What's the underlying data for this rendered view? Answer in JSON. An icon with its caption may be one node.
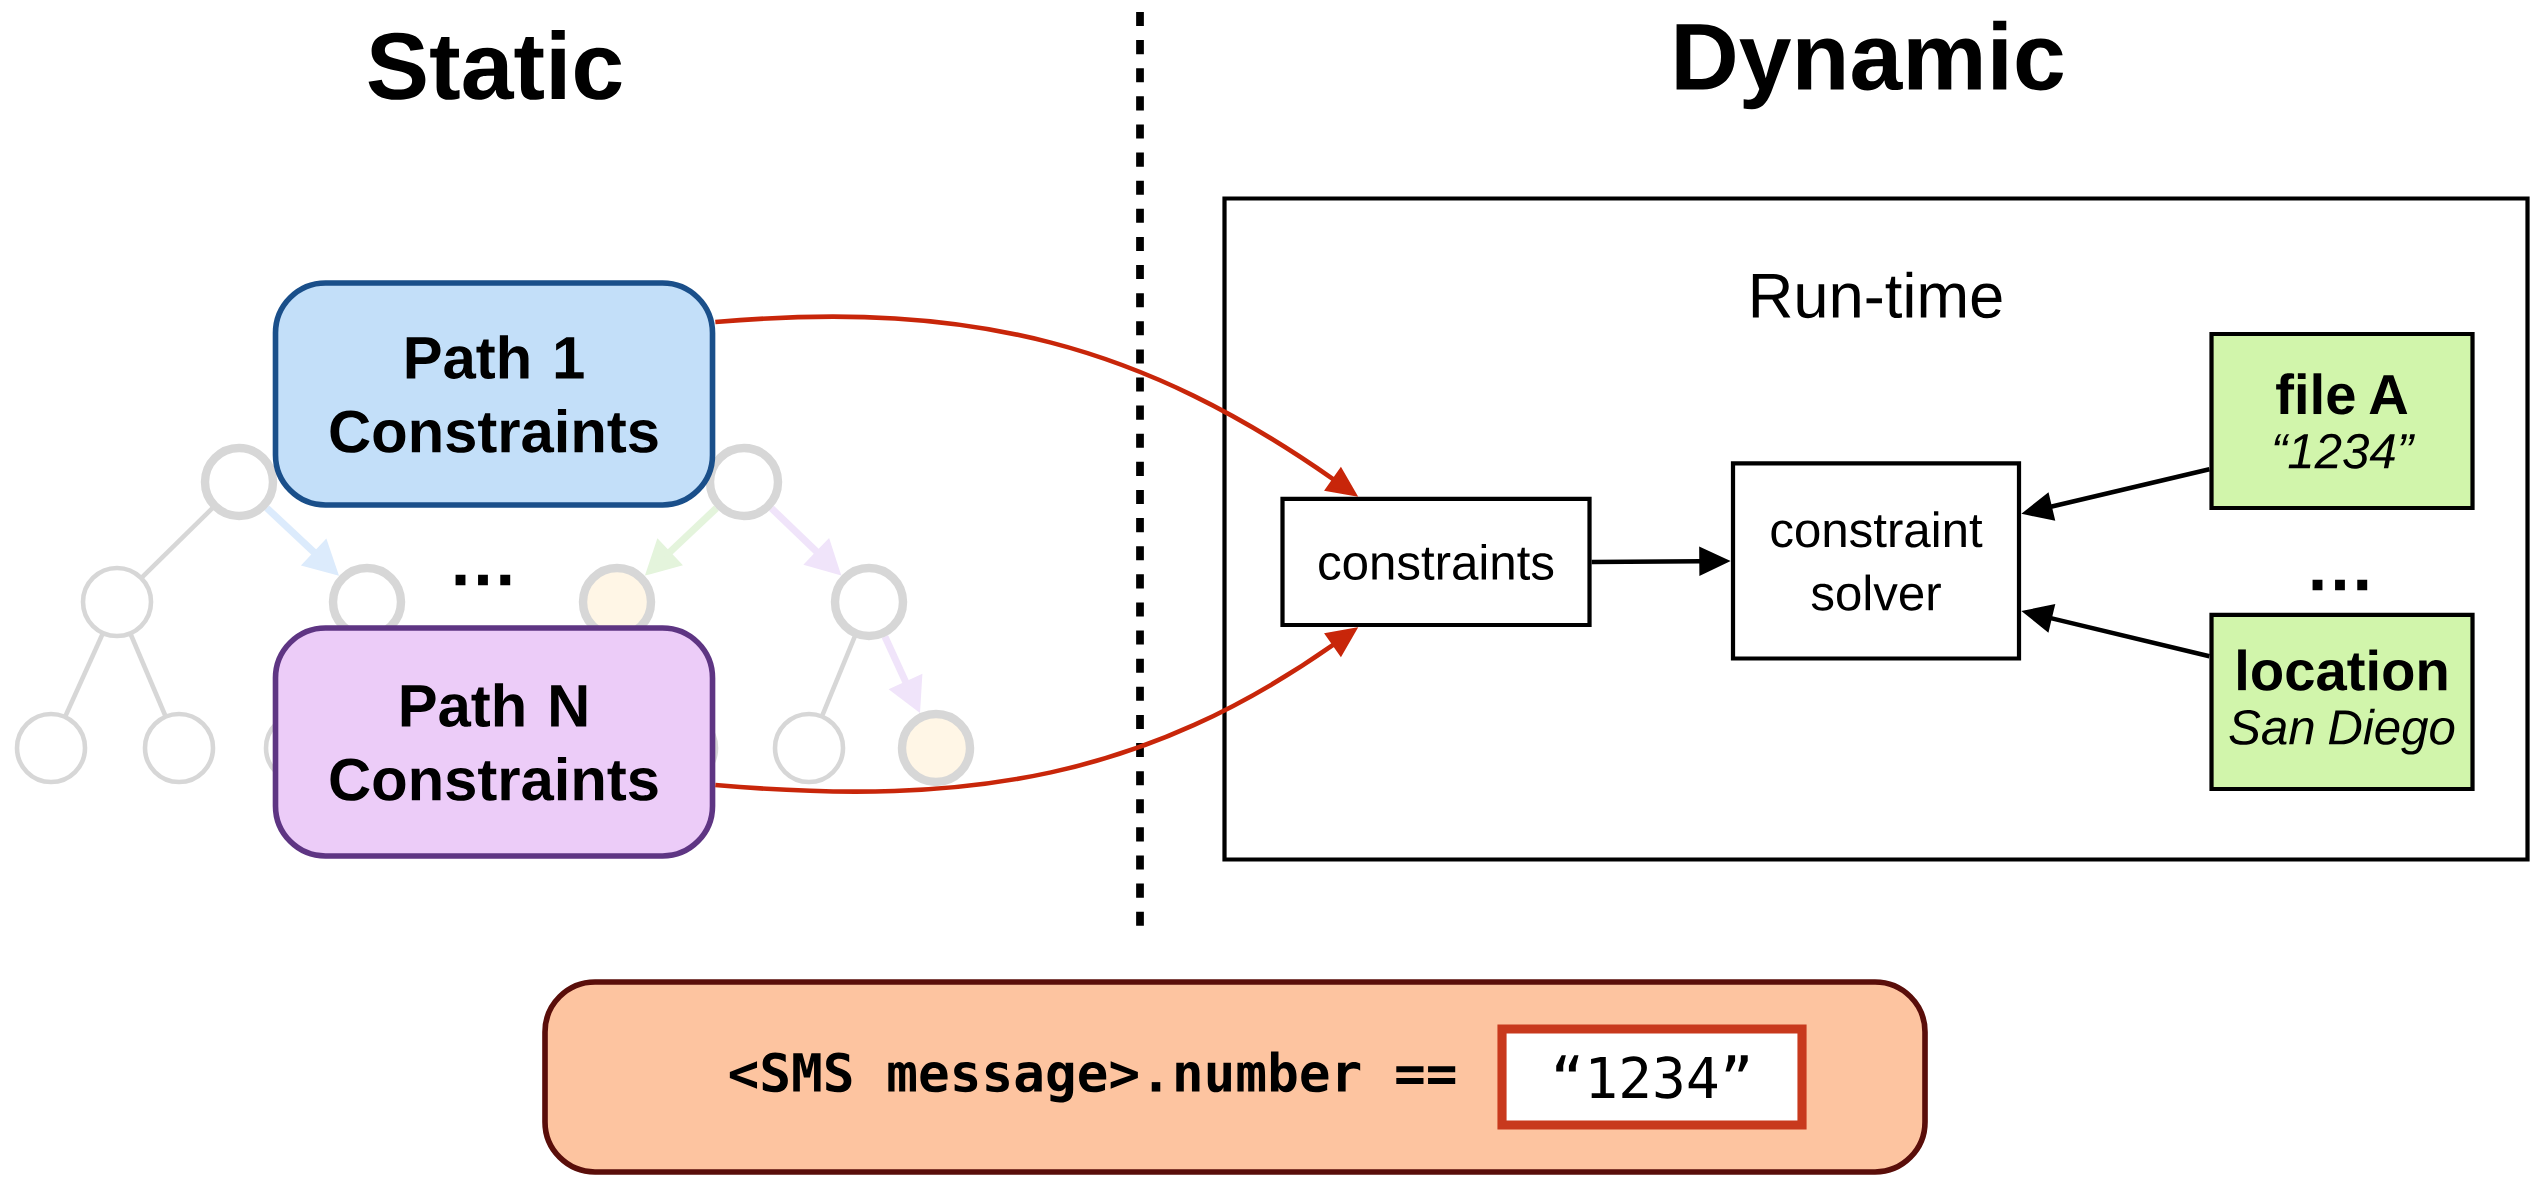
{
  "diagram": {
    "nodes": [
      {
        "text": [
          "Path 1 Constraints"
        ]
      },
      {
        "text": [
          "Path N Constraints"
        ]
      },
      {
        "text": [
          "Run-time"
        ]
      },
      {
        "text": [
          "constraints"
        ],
        "in": 2
      },
      {
        "text": [
          "constraint solver"
        ],
        "in": 2
      },
      {
        "text": [
          "file A",
          "“1234”"
        ],
        "in": 2
      },
      {
        "text": [
          "location",
          "San Diego"
        ],
        "in": 2
      },
      {
        "text": [
          "<SMS message>.number =="
        ]
      },
      {
        "text": [
          "“1234”"
        ],
        "in": 7
      }
    ],
    "edges": [
      {
        "from": 0,
        "to": 3,
        "arrow": "to",
        "color": "#c8260a"
      },
      {
        "from": 1,
        "to": 3,
        "arrow": "to",
        "color": "#c8260a"
      },
      {
        "from": 3,
        "to": 4,
        "arrow": "to"
      },
      {
        "from": 5,
        "to": 4,
        "arrow": "to"
      },
      {
        "from": 6,
        "to": 4,
        "arrow": "to"
      }
    ],
    "labels": [
      "Static",
      "Dynamic",
      "…",
      "…"
    ]
  }
}
